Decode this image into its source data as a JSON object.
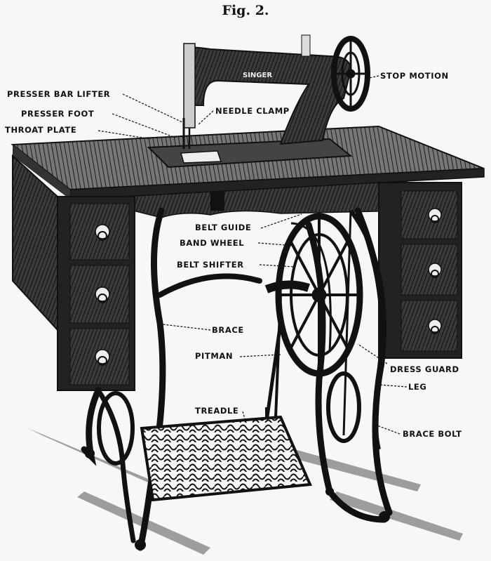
{
  "figure": {
    "title": "Fig. 2.",
    "brand": "SINGER",
    "labels": {
      "presser_bar_lifter": "PRESSER BAR LIFTER",
      "presser_foot": "PRESSER FOOT",
      "throat_plate": "THROAT PLATE",
      "needle_clamp": "NEEDLE CLAMP",
      "stop_motion": "STOP MOTION",
      "belt_guide": "BELT GUIDE",
      "band_wheel": "BAND WHEEL",
      "belt_shifter": "BELT SHIFTER",
      "brace": "BRACE",
      "pitman": "PITMAN",
      "dress_guard": "DRESS GUARD",
      "leg": "LEG",
      "treadle": "TREADLE",
      "brace_bolt": "BRACE BOLT"
    },
    "colors": {
      "ink": "#111111",
      "paper": "#f7f7f5",
      "wood": "#2a2a2a"
    }
  }
}
